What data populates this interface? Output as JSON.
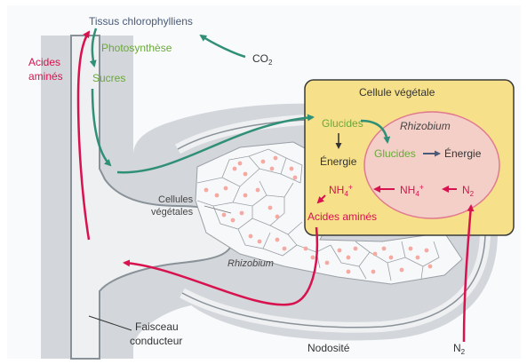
{
  "labels": {
    "tissus": "Tissus chlorophylliens",
    "photosynthese": "Photosynthèse",
    "co2_main": "CO",
    "co2_sub": "2",
    "acides_line1": "Acides",
    "acides_line2": "aminés",
    "sucres": "Sucres",
    "cellule_vegetale": "Cellule végétale",
    "glucides_cell": "Glucides",
    "energie_cell": "Énergie",
    "rhizobium_bact": "Rhizobium",
    "glucides_bact": "Glucides",
    "energie_bact": "Énergie",
    "nh4_cell_main": "NH",
    "nh4_cell_sub": "4",
    "nh4_cell_sup": "+",
    "nh4_bact_main": "NH",
    "nh4_bact_sub": "4",
    "nh4_bact_sup": "+",
    "n2_bact_main": "N",
    "n2_bact_sub": "2",
    "acides_amines_cell": "Acides aminés",
    "cellules_line1": "Cellules",
    "cellules_line2": "végétales",
    "rhizobium_nodule": "Rhizobium",
    "faisceau_line1": "Faisceau",
    "faisceau_line2": "conducteur",
    "nodosite": "Nodosité",
    "n2_bottom_main": "N",
    "n2_bottom_sub": "2"
  },
  "colors": {
    "green_arrow": "#2f8f77",
    "red_arrow": "#d8124f",
    "green_text": "#6aa83a",
    "red_text": "#d8124f",
    "cell_fill": "#f6e08a",
    "cell_border": "#3a3a3a",
    "bact_fill": "#f4cfc8",
    "bact_border": "#e07a90",
    "tissue_gray": "#d3d6da",
    "vessel_gray": "#eef0f2",
    "vessel_outline": "#8a9299"
  }
}
